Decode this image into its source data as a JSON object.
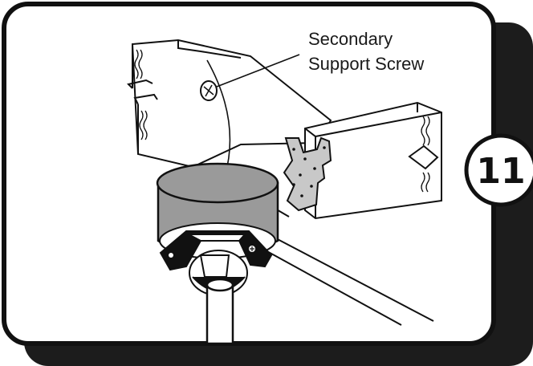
{
  "callout": {
    "line1": "Secondary",
    "line2": "Support Screw"
  },
  "step": {
    "number": "11"
  },
  "colors": {
    "frame_shadow": "#1c1c1c",
    "panel": "#ffffff",
    "line": "#111111",
    "box_fill": "#9a9a9a",
    "bracket_fill": "#c8c8c8"
  }
}
